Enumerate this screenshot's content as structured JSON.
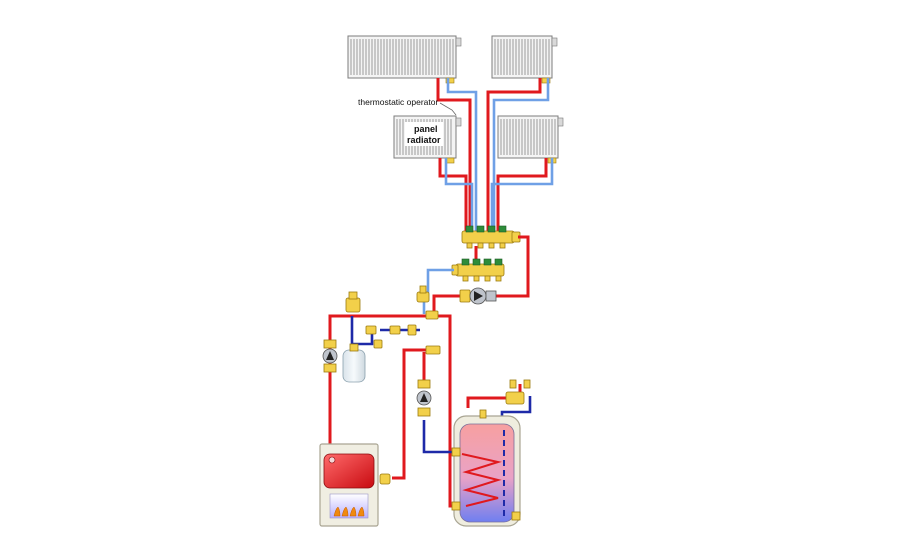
{
  "labels": {
    "thermostatic_operator": "thermostatic operator",
    "panel_radiator_line1": "panel",
    "panel_radiator_line2": "radiator"
  },
  "colors": {
    "hot": "#e0191e",
    "cold": "#6fa0e6",
    "dhw_cold": "#1e2aa8",
    "brass": "#f2d04a",
    "radiator_body": "#f4f4f4",
    "boiler_hex": "#e8141a",
    "flame": "#f08a10",
    "burner_glow": "#c9c4ff",
    "expansion_tank": "#eaf1f5"
  },
  "icons": [
    "radiator-icon",
    "manifold-icon",
    "circulator-pump-icon",
    "expansion-tank-icon",
    "boiler-icon",
    "burner-flame-icon",
    "indirect-water-heater-icon",
    "relief-valve-icon",
    "mixing-valve-icon",
    "air-separator-icon"
  ]
}
